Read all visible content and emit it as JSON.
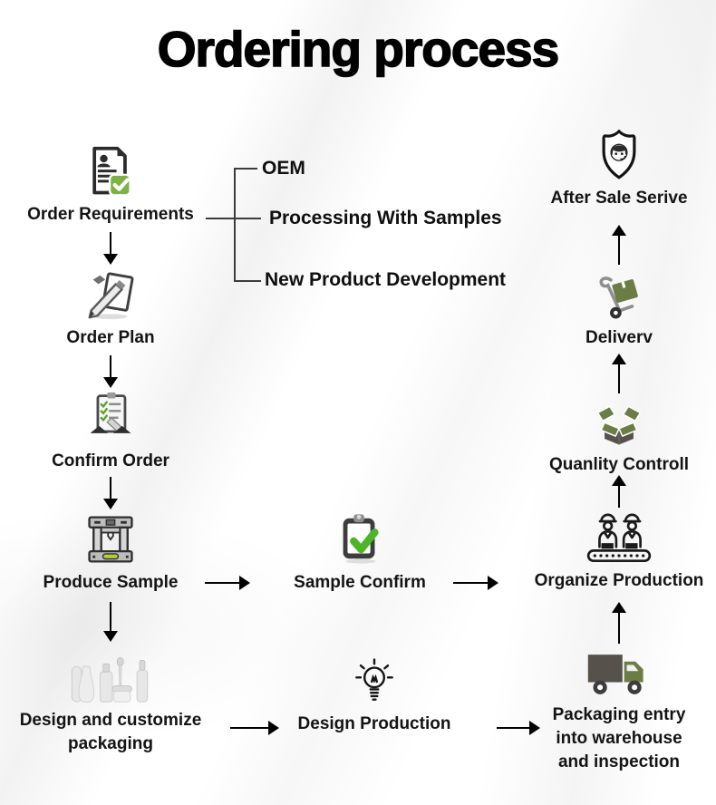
{
  "title": "Ordering process",
  "branch": {
    "oem": "OEM",
    "processing_with_samples": "Processing With Samples",
    "new_product_development": "New Product Development"
  },
  "nodes": {
    "order_requirements": {
      "label": "Order Requirements",
      "icon": "document-check-icon"
    },
    "order_plan": {
      "label": "Order Plan",
      "icon": "drafting-pencil-icon"
    },
    "confirm_order": {
      "label": "Confirm Order",
      "icon": "checklist-hands-icon"
    },
    "produce_sample": {
      "label": "Produce Sample",
      "icon": "sample-machine-icon"
    },
    "design_packaging": {
      "lines": [
        "Design and customize",
        "packaging"
      ],
      "icon": "cosmetic-bottles-icon"
    },
    "sample_confirm": {
      "label": "Sample Confirm",
      "icon": "clipboard-check-icon"
    },
    "design_production": {
      "label": "Design Production",
      "icon": "lightbulb-icon"
    },
    "organize_production": {
      "label": "Organize Production",
      "icon": "workers-conveyor-icon"
    },
    "quality_control": {
      "label": "Quanlity Controll",
      "icon": "open-box-icon"
    },
    "delivery": {
      "label": "Deliverv",
      "icon": "hand-truck-icon"
    },
    "after_sale": {
      "label": "After Sale Serive",
      "icon": "shield-agent-icon"
    },
    "packaging_entry": {
      "lines": [
        "Packaging entry",
        "into warehouse",
        "and  inspection"
      ],
      "icon": "delivery-truck-icon"
    }
  },
  "colors": {
    "accent_green": "#7cb342",
    "check_green": "#4db526",
    "olive_green": "#6b7c45",
    "dark_gray": "#57524d",
    "machine_indicator": "#b8cc33",
    "text": "#141414"
  }
}
